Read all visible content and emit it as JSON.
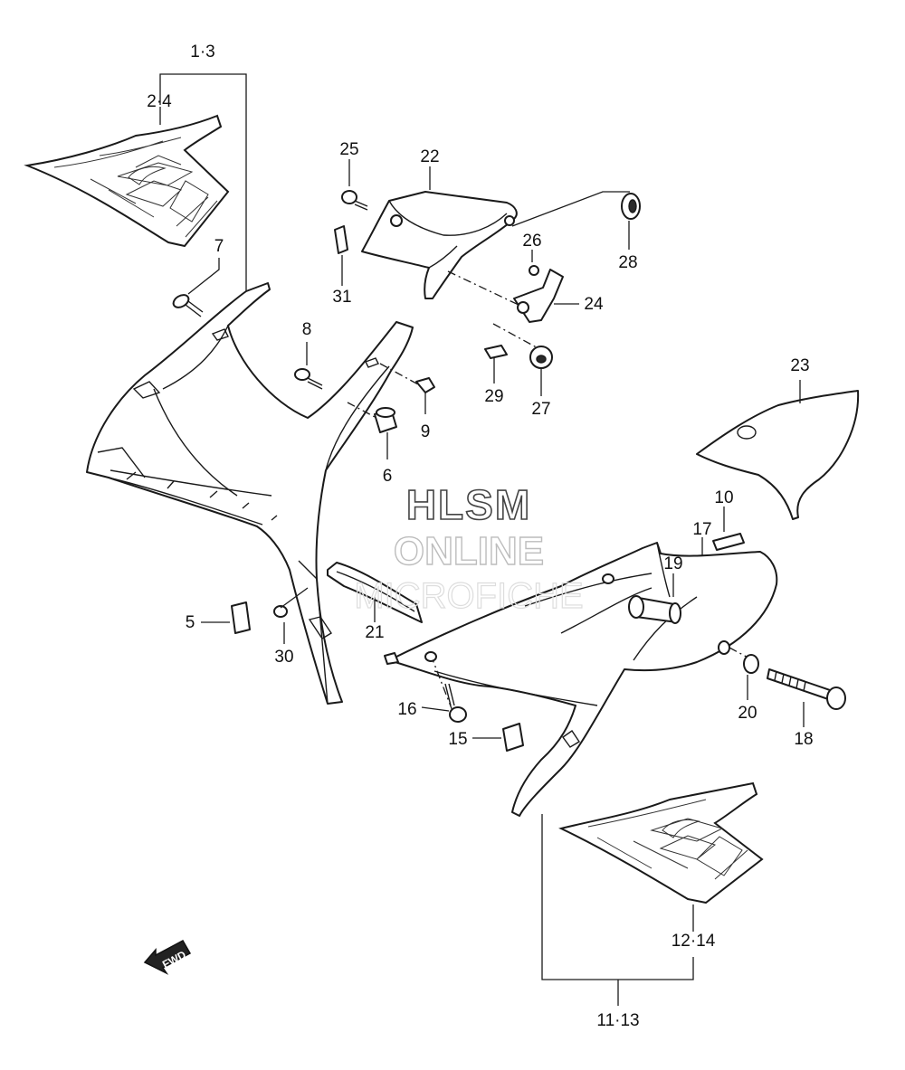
{
  "watermark": {
    "line1": "HLSM",
    "line2": "ONLINE",
    "line3": "MICROFICHE"
  },
  "direction_badge": "FWD",
  "callouts": [
    {
      "id": "c-1-3",
      "text": "1·3"
    },
    {
      "id": "c-2-4",
      "text": "2·4"
    },
    {
      "id": "c-5",
      "text": "5"
    },
    {
      "id": "c-6",
      "text": "6"
    },
    {
      "id": "c-7",
      "text": "7"
    },
    {
      "id": "c-8",
      "text": "8"
    },
    {
      "id": "c-9",
      "text": "9"
    },
    {
      "id": "c-10",
      "text": "10"
    },
    {
      "id": "c-11-13",
      "text": "11·13"
    },
    {
      "id": "c-12-14",
      "text": "12·14"
    },
    {
      "id": "c-15",
      "text": "15"
    },
    {
      "id": "c-16",
      "text": "16"
    },
    {
      "id": "c-17",
      "text": "17"
    },
    {
      "id": "c-18",
      "text": "18"
    },
    {
      "id": "c-19",
      "text": "19"
    },
    {
      "id": "c-20",
      "text": "20"
    },
    {
      "id": "c-21",
      "text": "21"
    },
    {
      "id": "c-22",
      "text": "22"
    },
    {
      "id": "c-23",
      "text": "23"
    },
    {
      "id": "c-24",
      "text": "24"
    },
    {
      "id": "c-25",
      "text": "25"
    },
    {
      "id": "c-26",
      "text": "26"
    },
    {
      "id": "c-27",
      "text": "27"
    },
    {
      "id": "c-28",
      "text": "28"
    },
    {
      "id": "c-29",
      "text": "29"
    },
    {
      "id": "c-30",
      "text": "30"
    },
    {
      "id": "c-31",
      "text": "31"
    }
  ]
}
